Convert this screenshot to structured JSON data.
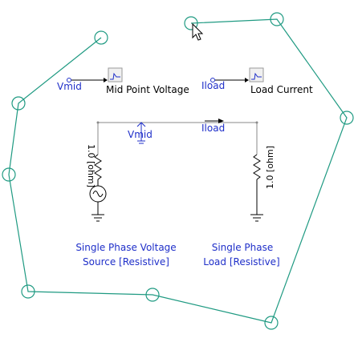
{
  "meters": {
    "vmid_probe_label": "Vmid",
    "vmid_meter_label": "Mid Point Voltage",
    "iload_probe_label": "Iload",
    "iload_meter_label": "Load Current"
  },
  "circuit": {
    "vmid_node_label": "Vmid",
    "iload_branch_label": "Iload",
    "source_resistance": "1.0 [ohm]",
    "load_resistance": "1.0 [ohm]",
    "source_caption_line1": "Single Phase Voltage",
    "source_caption_line2": "Source [Resistive]",
    "load_caption_line1": "Single Phase",
    "load_caption_line2": "Load [Resistive]"
  },
  "colors": {
    "label_blue": "#1f2fc9",
    "selection_green": "#1f9a82"
  },
  "cursor": "arrow-pointer-icon"
}
